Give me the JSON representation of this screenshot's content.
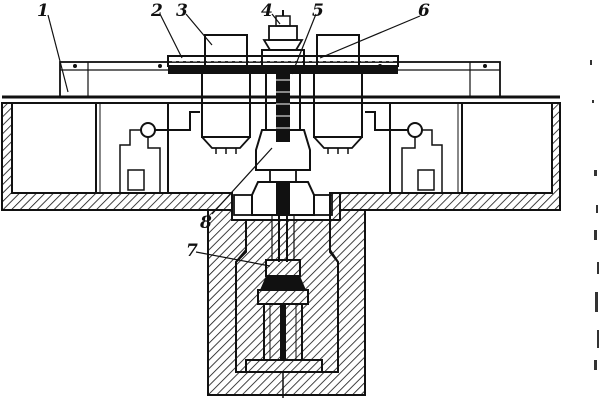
{
  "diagram": {
    "callouts": [
      {
        "id": "c1",
        "label": "1"
      },
      {
        "id": "c2",
        "label": "2"
      },
      {
        "id": "c3",
        "label": "3"
      },
      {
        "id": "c4",
        "label": "4"
      },
      {
        "id": "c5",
        "label": "5"
      },
      {
        "id": "c6",
        "label": "6"
      },
      {
        "id": "c7",
        "label": "7"
      },
      {
        "id": "c8",
        "label": "8"
      }
    ],
    "ink_color": "#111111",
    "background_color": "#ffffff"
  }
}
